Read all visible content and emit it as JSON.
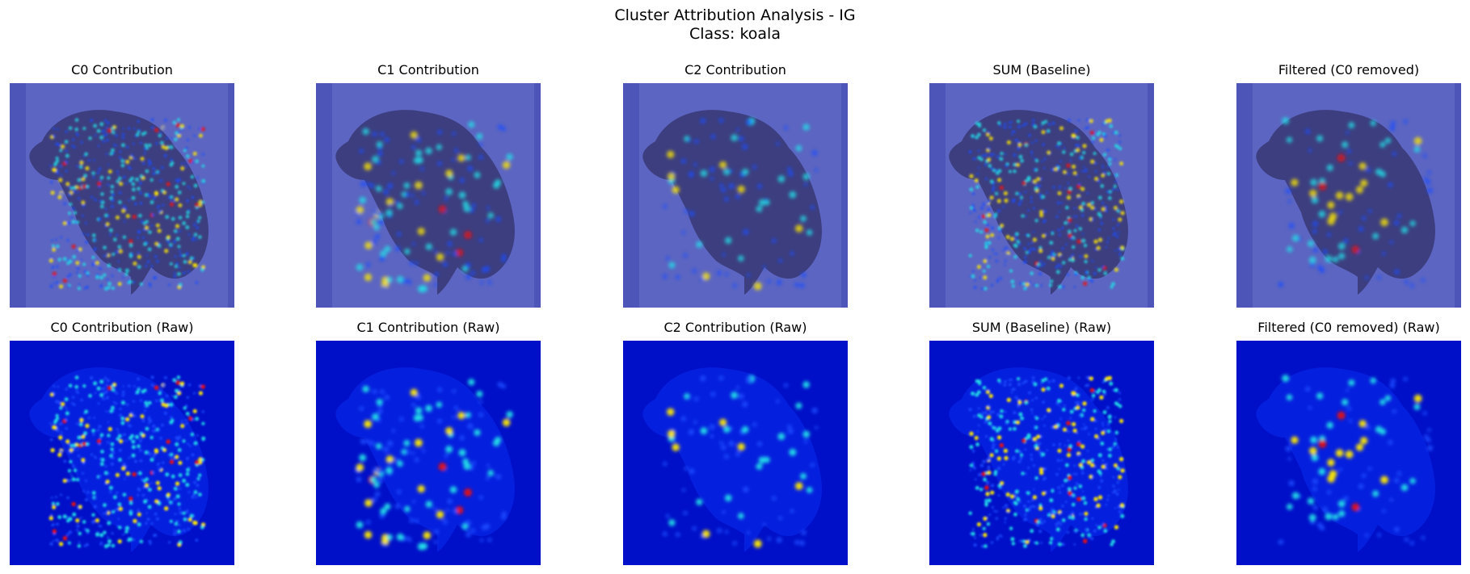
{
  "figure": {
    "title_line1": "Cluster Attribution Analysis - IG",
    "title_line2": "Class: koala"
  },
  "panels": [
    {
      "title": "C0 Contribution",
      "variant": "overlay",
      "heat": "c0"
    },
    {
      "title": "C1 Contribution",
      "variant": "overlay",
      "heat": "c1"
    },
    {
      "title": "C2 Contribution",
      "variant": "overlay",
      "heat": "c2"
    },
    {
      "title": "SUM (Baseline)",
      "variant": "overlay",
      "heat": "sum"
    },
    {
      "title": "Filtered (C0 removed)",
      "variant": "overlay",
      "heat": "filtered"
    },
    {
      "title": "C0 Contribution (Raw)",
      "variant": "raw",
      "heat": "c0"
    },
    {
      "title": "C1 Contribution (Raw)",
      "variant": "raw",
      "heat": "c1"
    },
    {
      "title": "C2 Contribution (Raw)",
      "variant": "raw",
      "heat": "c2"
    },
    {
      "title": "SUM (Baseline) (Raw)",
      "variant": "raw",
      "heat": "sum"
    },
    {
      "title": "Filtered (C0 removed) (Raw)",
      "variant": "raw",
      "heat": "filtered"
    }
  ],
  "colors": {
    "overlay_base": "#4d55b8",
    "overlay_body": "#3a3a78",
    "raw_base": "#0010c8",
    "heat_low": "#1a4cff",
    "heat_mid": "#22e0e8",
    "heat_high": "#ffea00",
    "heat_peak": "#e81010"
  }
}
